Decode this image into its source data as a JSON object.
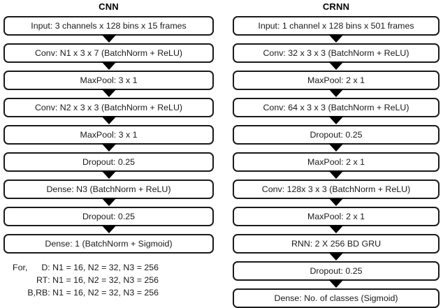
{
  "diagram": {
    "columns": [
      {
        "id": "cnn",
        "title": "CNN",
        "nodes": [
          {
            "label": "Input: 3 channels x 128 bins x 15 frames"
          },
          {
            "label": "Conv: N1 x 3 x 7 (BatchNorm + ReLU)"
          },
          {
            "label": "MaxPool: 3 x 1"
          },
          {
            "label": "Conv: N2 x 3 x 3 (BatchNorm + ReLU)"
          },
          {
            "label": "MaxPool: 3 x 1"
          },
          {
            "label": "Dropout: 0.25"
          },
          {
            "label": "Dense: N3 (BatchNorm + ReLU)"
          },
          {
            "label": "Dropout: 0.25"
          },
          {
            "label": "Dense: 1 (BatchNorm + Sigmoid)"
          }
        ]
      },
      {
        "id": "crnn",
        "title": "CRNN",
        "nodes": [
          {
            "label": "Input: 1 channel x 128 bins x 501 frames"
          },
          {
            "label": "Conv: 32 x 3 x 3 (BatchNorm + ReLU)"
          },
          {
            "label": "MaxPool: 2 x 1"
          },
          {
            "label": "Conv: 64 x 3 x 3 (BatchNorm + ReLU)"
          },
          {
            "label": "Dropout: 0.25"
          },
          {
            "label": "MaxPool: 2 x 1"
          },
          {
            "label": "Conv: 128x 3 x 3 (BatchNorm + ReLU)"
          },
          {
            "label": "MaxPool: 2 x 1"
          },
          {
            "label": "RNN: 2 X 256 BD GRU"
          },
          {
            "label": "Dropout: 0.25"
          },
          {
            "label": "Dense: No. of classes (Sigmoid)"
          }
        ]
      }
    ]
  },
  "footnote": {
    "rows": [
      {
        "prefix": "For,",
        "name": "D",
        "values": ": N1 = 16, N2 = 32, N3 = 256"
      },
      {
        "prefix": "",
        "name": "RT",
        "values": ": N1 = 16, N2 = 32, N3 = 256"
      },
      {
        "prefix": "",
        "name": "B,RB",
        "values": ": N1 = 16, N2 = 32, N3 = 256"
      }
    ]
  },
  "colors": {
    "stroke": "#1a1a1a",
    "arrow": "#000000",
    "background": "#ffffff"
  }
}
